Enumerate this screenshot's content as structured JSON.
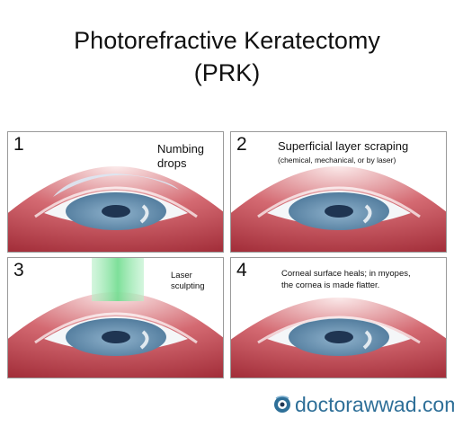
{
  "title": {
    "line1": "Photorefractive Keratectomy",
    "line2": "(PRK)"
  },
  "panels": [
    {
      "number": "1",
      "caption": "Numbing\ndrops"
    },
    {
      "number": "2",
      "caption": "Superficial layer scraping",
      "subcaption": "(chemical, mechanical, or by laser)"
    },
    {
      "number": "3",
      "caption": "Laser\nsculpting"
    },
    {
      "number": "4",
      "caption": "Corneal surface heals; in myopes,\nthe cornea is made flatter."
    }
  ],
  "brand": {
    "text": "doctorawwad.com"
  },
  "colors": {
    "iris": "#5f8eb0",
    "pupil": "#1f3552",
    "eyelid": "#b23a44",
    "laser": "#8be6a6",
    "brand": "#2e6f98"
  }
}
